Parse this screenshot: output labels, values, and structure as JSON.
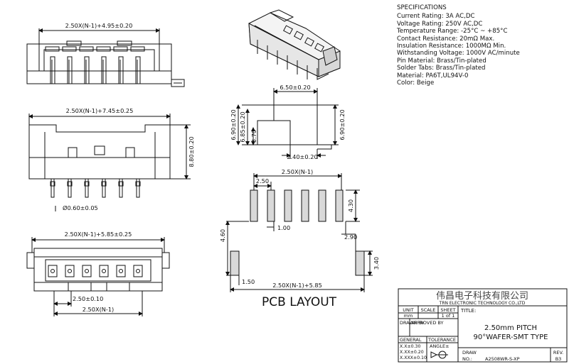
{
  "specifications": {
    "heading": "SPECIFICATIONS",
    "lines": [
      "Current Rating:  3A AC,DC",
      "Voltage Rating:  250V AC,DC",
      "Temperature Range:  -25°C ~ +85°C",
      "Contact Resistance:  20mΩ Max.",
      "Insulation Resistance:  1000MΩ Min.",
      "Withstanding Voltage:  1000V AC/minute",
      "Pin Material:  Brass/Tin-plated",
      "Solder Tabs:  Brass/Tin-plated",
      "Material:  PA6T,UL94V-0",
      "Color:  Beige"
    ]
  },
  "dimensions": {
    "top_view_width": "2.50X(N-1)+4.95±0.20",
    "front_view_width": "2.50X(N-1)+7.45±0.25",
    "front_view_height": "8.80±0.20",
    "pin_diameter": "Ø0.60±0.05",
    "bottom_view_width": "2.50X(N-1)+5.85±0.25",
    "bottom_pitch": "2.50±0.10",
    "bottom_span": "2.50X(N-1)",
    "side_width": "6.50±0.20",
    "side_h1": "6.90±0.20",
    "side_h2": "6.85±0.20",
    "side_h3": "3.70",
    "side_h4": "6.90±0.20",
    "side_tab": "2.40±0.20",
    "pcb_span": "2.50X(N-1)",
    "pcb_pitch": "2.50",
    "pcb_pad_len": "4.30",
    "pcb_pad_w": "1.00",
    "pcb_tab_offset": "2.90",
    "pcb_height": "4.60",
    "pcb_tab_len": "3.40",
    "pcb_tab_w": "1.50",
    "pcb_total": "2.50X(N-1)+5.85"
  },
  "pcb_layout_label": "PCB LAYOUT",
  "title_block": {
    "company_cn": "伟昌电子科技有限公司",
    "company_en": "TRN ELECTRONIC TECHNOLOGY CO.,LTD",
    "unit_label": "UNIT",
    "unit_value": "mm",
    "scale_label": "SCALE",
    "sheet_label": "SHEET",
    "sheet_value": "1 of 1",
    "title_label": "TITLE:",
    "drawn_by": "DRAWN BY",
    "approved_by": "APPROVED BY",
    "title_line1": "2.50mm PITCH",
    "title_line2": "90°WAFER-SMT TYPE",
    "general_label": "GENERAL",
    "tolerance_label": "TOLERANCE",
    "tol1": "X.X±0.30",
    "tol2": "X.XX±0.20",
    "tol3": "X.XXX±0.10",
    "angle_label": "ANGLE±",
    "draw_label": "DRAW",
    "no_label": "NO.:",
    "no_value": "A2508WR-S-XP",
    "rev_label": "REV.",
    "rev_value": "B3"
  }
}
